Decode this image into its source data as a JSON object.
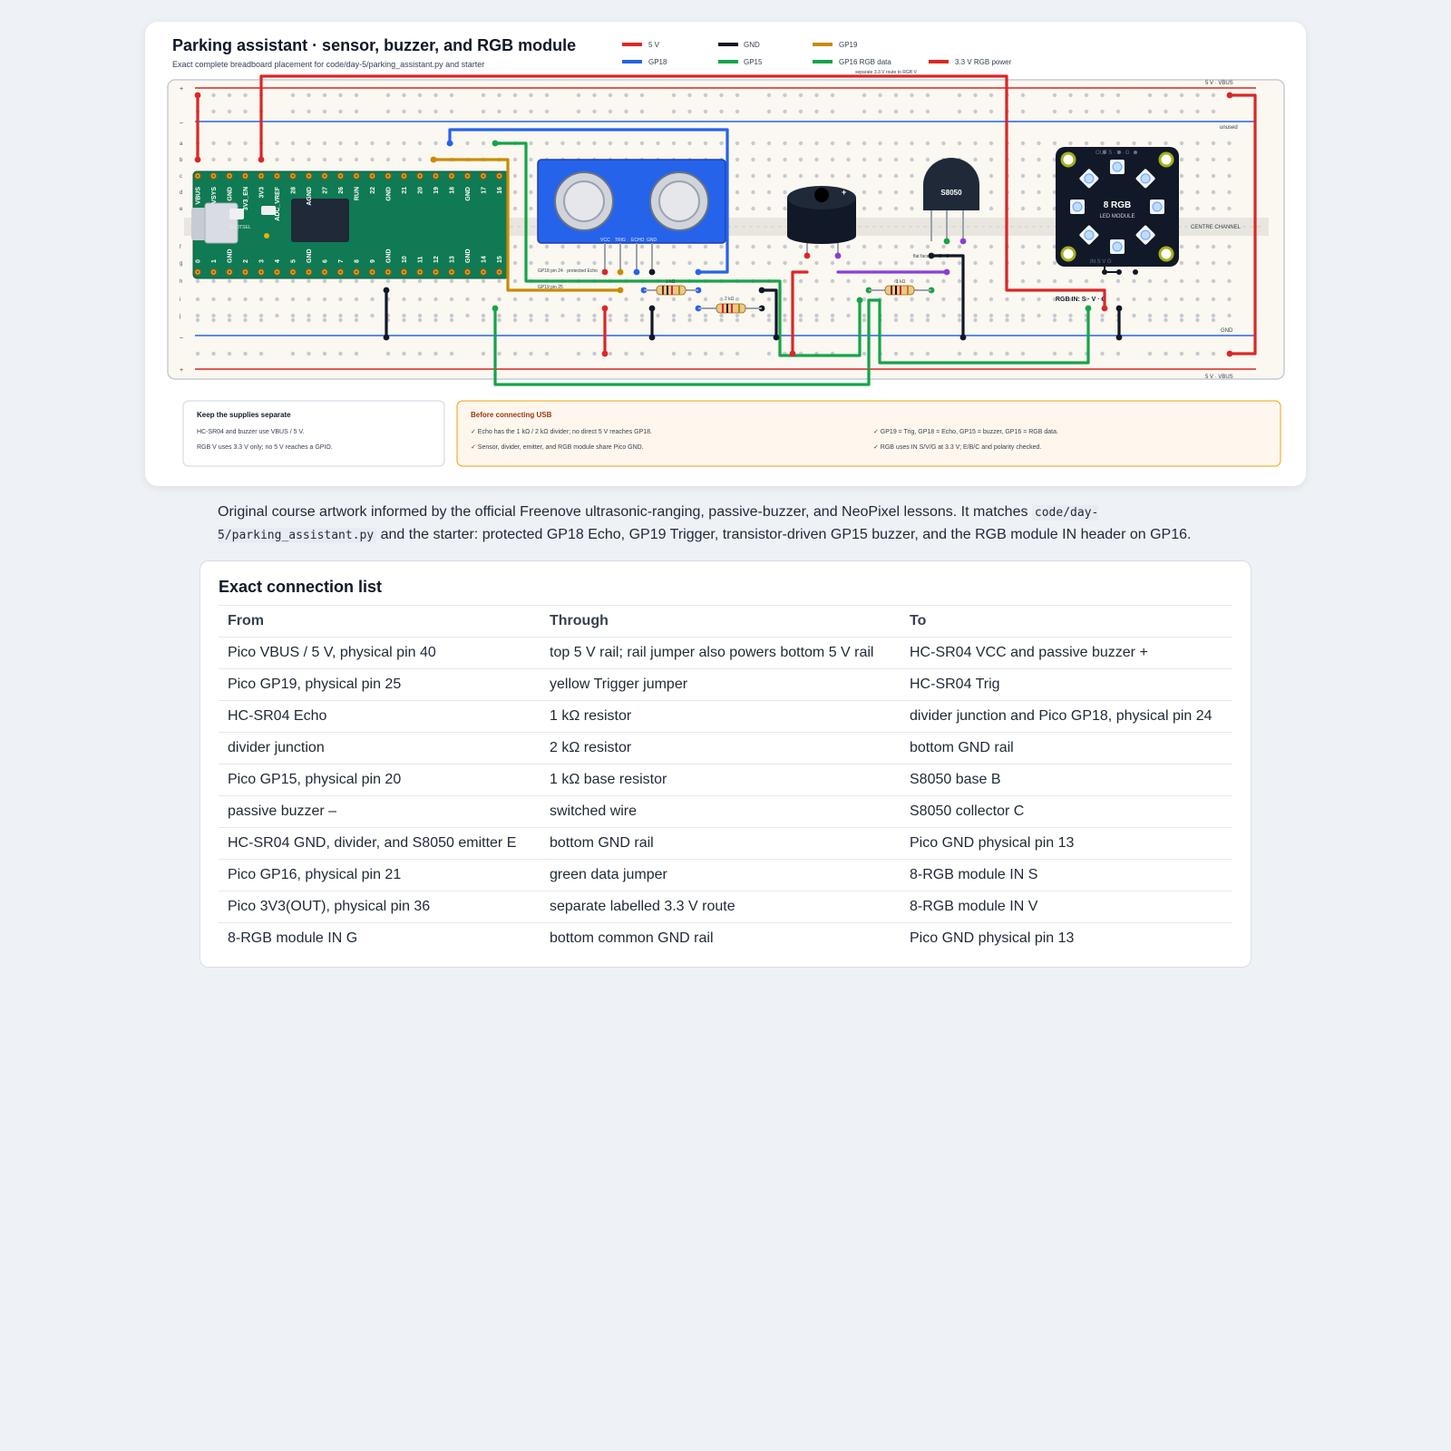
{
  "diagram": {
    "title": "Parking assistant · sensor, buzzer, and RGB module",
    "subtitle": "Exact complete breadboard placement for code/day-5/parking_assistant.py and starter",
    "legend": [
      {
        "label": "5 V",
        "color": "#dc2626"
      },
      {
        "label": "GND",
        "color": "#111827"
      },
      {
        "label": "GP19",
        "color": "#ca8a04"
      },
      {
        "label": "GP18",
        "color": "#2563eb"
      },
      {
        "label": "GP15",
        "color": "#16a34a"
      },
      {
        "label": "GP16 RGB data",
        "color": "#16a34a"
      },
      {
        "label": "3.3 V RGB power",
        "color": "#dc2626"
      }
    ],
    "rail_labels": {
      "plus": "+",
      "minus": "–",
      "top_right": "5 V · VBUS",
      "bottom_right": "5 V · VBUS",
      "unused": "unused",
      "gnd": "GND",
      "centre": "CENTRE CHANNEL",
      "route_33": "separate 3.3 V route to RGB V"
    },
    "row_letters": [
      "a",
      "b",
      "c",
      "d",
      "e",
      "f",
      "g",
      "h",
      "i",
      "j"
    ],
    "pico": {
      "top_labels": [
        "VBUS",
        "VSYS",
        "GND",
        "3V3_EN",
        "3V3",
        "ADC_VREF",
        "28",
        "AGND",
        "27",
        "26",
        "RUN",
        "22",
        "GND",
        "21",
        "20",
        "19",
        "18",
        "GND",
        "17",
        "16"
      ],
      "bottom_labels": [
        "0",
        "1",
        "GND",
        "2",
        "3",
        "4",
        "5",
        "GND",
        "6",
        "7",
        "8",
        "9",
        "GND",
        "10",
        "11",
        "12",
        "13",
        "GND",
        "14",
        "15"
      ],
      "bootsel": "BOOTSEL"
    },
    "sensor": {
      "pins": [
        "VCC",
        "TRIG",
        "ECHO",
        "GND"
      ]
    },
    "buzzer": {
      "plus": "+"
    },
    "transistor": {
      "name": "S8050",
      "pins_note": "flat face: E · B · C"
    },
    "rgb": {
      "name": "8 RGB",
      "sub": "LED MODULE",
      "out_header": "OUT S · V · G",
      "in_header": "RGB IN: S · V · G",
      "in_pins": "IN S V G"
    },
    "labels": {
      "gp18": "GP18 pin 24 · protected Echo",
      "gp19": "GP19 pin 25",
      "r1k": "1 kΩ",
      "r2k": "2 kΩ",
      "r1k_base": "1 kΩ"
    },
    "note_supplies": {
      "title": "Keep the supplies separate",
      "line1": "HC-SR04 and buzzer use VBUS / 5 V.",
      "line2": "RGB V uses 3.3 V only; no 5 V reaches a GPIO."
    },
    "note_usb": {
      "title": "Before connecting USB",
      "c1": "✓ Echo has the 1 kΩ / 2 kΩ divider; no direct 5 V reaches GP18.",
      "c2": "✓ Sensor, divider, emitter, and RGB module share Pico GND.",
      "c3": "✓ GP19 = Trig, GP18 = Echo, GP15 = buzzer, GP16 = RGB data.",
      "c4": "✓ RGB uses IN S/V/G at 3.3 V; E/B/C and polarity checked."
    }
  },
  "caption": {
    "pre": "Original course artwork informed by the official Freenove ultrasonic-ranging, passive-buzzer, and NeoPixel lessons. It matches ",
    "code": "code/day-5/parking_assistant.py",
    "post": " and the starter: protected GP18 Echo, GP19 Trigger, transistor-driven GP15 buzzer, and the RGB module IN header on GP16."
  },
  "connections": {
    "title": "Exact connection list",
    "headers": [
      "From",
      "Through",
      "To"
    ],
    "rows": [
      [
        "Pico VBUS / 5 V, physical pin 40",
        "top 5 V rail; rail jumper also powers bottom 5 V rail",
        "HC-SR04 VCC and passive buzzer +"
      ],
      [
        "Pico GP19, physical pin 25",
        "yellow Trigger jumper",
        "HC-SR04 Trig"
      ],
      [
        "HC-SR04 Echo",
        "1 kΩ resistor",
        "divider junction and Pico GP18, physical pin 24"
      ],
      [
        "divider junction",
        "2 kΩ resistor",
        "bottom GND rail"
      ],
      [
        "Pico GP15, physical pin 20",
        "1 kΩ base resistor",
        "S8050 base B"
      ],
      [
        "passive buzzer –",
        "switched wire",
        "S8050 collector C"
      ],
      [
        "HC-SR04 GND, divider, and S8050 emitter E",
        "bottom GND rail",
        "Pico GND physical pin 13"
      ],
      [
        "Pico GP16, physical pin 21",
        "green data jumper",
        "8-RGB module IN S"
      ],
      [
        "Pico 3V3(OUT), physical pin 36",
        "separate labelled 3.3 V route",
        "8-RGB module IN V"
      ],
      [
        "8-RGB module IN G",
        "bottom common GND rail",
        "Pico GND physical pin 13"
      ]
    ]
  }
}
